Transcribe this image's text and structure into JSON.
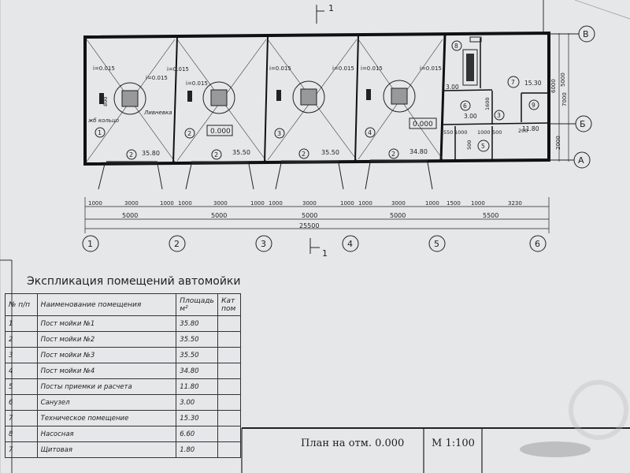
{
  "plan": {
    "section_mark_top": "1",
    "section_mark_bottom": "1",
    "axes_letters": [
      "В",
      "Б",
      "А"
    ],
    "axes_numbers": [
      "1",
      "2",
      "3",
      "4",
      "5",
      "6"
    ],
    "elevation_marks": [
      "0.000",
      "0.000"
    ],
    "slopes": [
      "i=0.015",
      "i=0.015",
      "i=0.015",
      "i=0.015",
      "i=0.015",
      "i=0.015",
      "i=0.015",
      "i=0.015"
    ],
    "note_ring": "жб кольцо",
    "note_drain": "Ливневка",
    "bays": [
      {
        "num": "1",
        "room": "2",
        "area": "35.80"
      },
      {
        "num": "2",
        "room": "2",
        "area": "35.50"
      },
      {
        "num": "3",
        "room": "2",
        "area": "35.50"
      },
      {
        "num": "4",
        "room": "2",
        "area": "34.80"
      }
    ],
    "aux_rooms": [
      {
        "num": "8",
        "area": "3.00"
      },
      {
        "num": "6",
        "area": "3.00"
      },
      {
        "num": "7",
        "area": "15.30"
      },
      {
        "num": "9",
        "area": ""
      },
      {
        "num": "5",
        "area": "11.80"
      },
      {
        "num": "3",
        "area": ""
      }
    ],
    "dims_row1": [
      "1000",
      "3000",
      "1000",
      "1000",
      "3000",
      "1000",
      "1000",
      "3000",
      "1000",
      "1000",
      "3000",
      "1000",
      "1500",
      "1000",
      "3230"
    ],
    "dims_row2": [
      "5000",
      "5000",
      "5000",
      "5000",
      "5500"
    ],
    "dims_total": "25500",
    "dims_right": [
      "5000",
      "7000",
      "2000",
      "6000"
    ],
    "dims_small": [
      "550",
      "1000",
      "1000",
      "500",
      "500",
      "1600",
      "200",
      "800"
    ]
  },
  "explication": {
    "title": "Экспликация помещений автомойки",
    "headers": {
      "num": "№ п/п",
      "name": "Наименование помещения",
      "area": "Площадь м²",
      "cat": "Кат пом"
    },
    "rows": [
      {
        "num": "1",
        "name": "Пост мойки №1",
        "area": "35.80"
      },
      {
        "num": "2",
        "name": "Пост мойки №2",
        "area": "35.50"
      },
      {
        "num": "3",
        "name": "Пост мойки №3",
        "area": "35.50"
      },
      {
        "num": "4",
        "name": "Пост мойки №4",
        "area": "34.80"
      },
      {
        "num": "5",
        "name": "Посты приемки и расчета",
        "area": "11.80"
      },
      {
        "num": "6",
        "name": "Санузел",
        "area": "3.00"
      },
      {
        "num": "7",
        "name": "Техническое помещение",
        "area": "15.30"
      },
      {
        "num": "8",
        "name": "Насосная",
        "area": "6.60"
      },
      {
        "num": "7",
        "name": "Щитовая",
        "area": "1.80"
      }
    ]
  },
  "title_block": {
    "plan_name": "План на отм. 0.000",
    "scale": "М 1:100"
  },
  "colors": {
    "paper": "#e8e9ea",
    "ink": "#222222",
    "grid": "#555555"
  }
}
